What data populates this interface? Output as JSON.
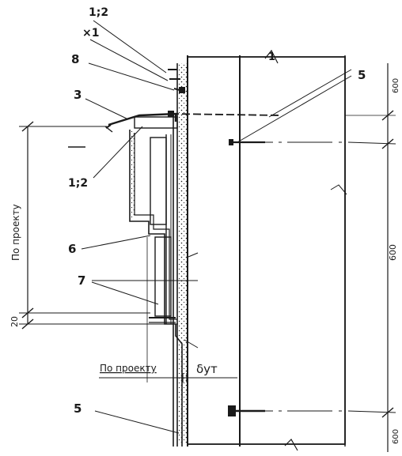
{
  "labels": {
    "l_12_top": "1;2",
    "l_x1": "×1",
    "l_8": "8",
    "l_3": "3",
    "l_1": "1",
    "l_5_top": "5",
    "l_12_mid": "1;2",
    "l_6": "6",
    "l_7": "7",
    "l_po_proektu_bottom": "По проекту",
    "l_delta": "δут",
    "l_5_bottom": "5"
  },
  "dimensions": {
    "d_left_vertical": "По проекту",
    "d_left_20": "20",
    "d_right_top": "600",
    "d_right_mid": "600",
    "d_right_bottom": "600"
  },
  "colors": {
    "ink": "#1a1a1a",
    "paper": "#ffffff"
  }
}
